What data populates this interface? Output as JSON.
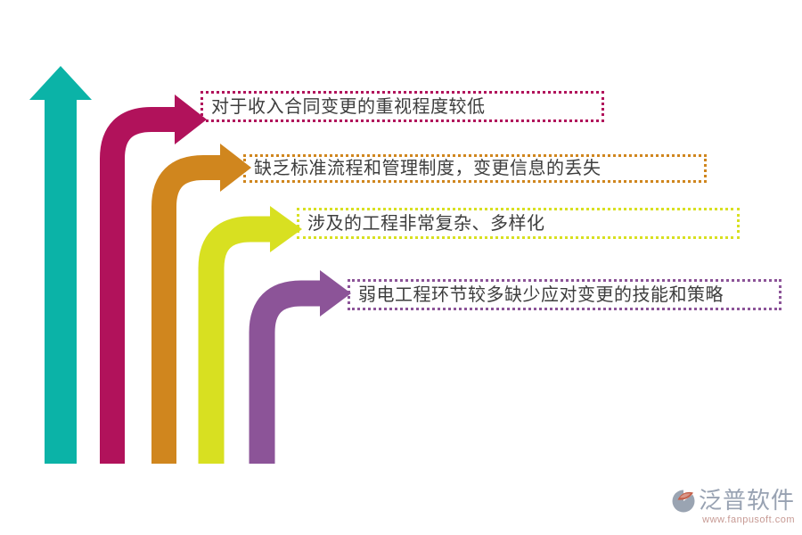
{
  "canvas": {
    "background": "#ffffff"
  },
  "diagram": {
    "type": "bent-arrow-list",
    "axis": {
      "name": "up-arrow",
      "color": "#0bb3a7"
    },
    "text_color": "#3d3d3d",
    "items": [
      {
        "label": "对于收入合同变更的重视程度较低",
        "color": "#b1125b"
      },
      {
        "label": "缺乏标准流程和管理制度，变更信息的丢失",
        "color": "#d0861e"
      },
      {
        "label": "涉及的工程非常复杂、多样化",
        "color": "#d8e021"
      },
      {
        "label": "弱电工程环节较多缺少应对变更的技能和策略",
        "color": "#8c5498"
      }
    ]
  },
  "watermark": {
    "brand": "泛普软件",
    "url": "www.fanpusoft.com",
    "brand_color": "#98a2b2",
    "url_color": "#c79a94",
    "icon_gray": "#9aa4b2",
    "icon_accent": "#c4604a"
  }
}
